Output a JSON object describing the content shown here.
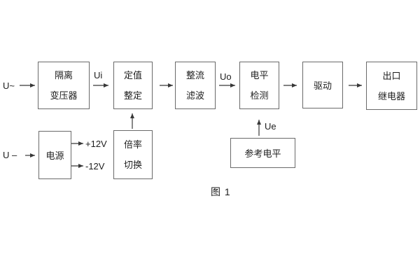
{
  "diagram": {
    "caption": "图 1",
    "io_labels": {
      "ac_input": "U~",
      "dc_input": "U –",
      "ui": "Ui",
      "uo": "Uo",
      "ue": "Ue",
      "plus_12v": "+12V",
      "minus_12v": "-12V"
    },
    "blocks": {
      "isolation_transformer": {
        "line1": "隔离",
        "line2": "变压器"
      },
      "setting_adjust": {
        "line1": "定值",
        "line2": "整定"
      },
      "rectify_filter": {
        "line1": "整流",
        "line2": "滤波"
      },
      "level_detect": {
        "line1": "电平",
        "line2": "检测"
      },
      "drive": {
        "line1": "驱动"
      },
      "output_relay": {
        "line1": "出口",
        "line2": "继电器"
      },
      "power_supply": {
        "line1": "电源"
      },
      "ratio_switch": {
        "line1": "倍率",
        "line2": "切换"
      },
      "reference_level": {
        "line1": "参考电平"
      }
    },
    "colors": {
      "background": "#ffffff",
      "box_border": "#6a6a6a",
      "text": "#1e1e1e",
      "line": "#383838"
    }
  }
}
